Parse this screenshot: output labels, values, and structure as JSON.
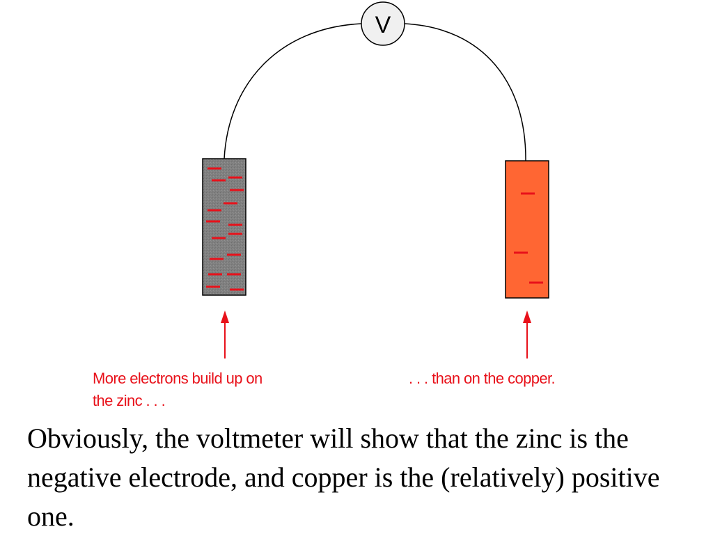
{
  "voltmeter": {
    "symbol": "V"
  },
  "electrodes": {
    "zinc": {
      "color": "#808080",
      "electron_count": 18
    },
    "copper": {
      "color": "#ff6633",
      "electron_count": 3
    }
  },
  "colors": {
    "electron": "#e8111a",
    "annotation": "#e8111a",
    "wire": "#000000"
  },
  "captions": {
    "zinc": {
      "line1": "More electrons build up on",
      "line2": "the zinc . . ."
    },
    "copper": {
      "line1": ". . . than on the copper."
    }
  },
  "body_text": "Obviously, the voltmeter will show that the zinc is the negative electrode, and copper is the (relatively) positive one."
}
